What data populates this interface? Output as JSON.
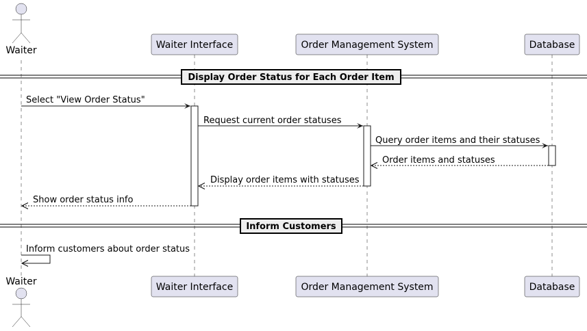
{
  "participants": {
    "waiter": "Waiter",
    "waiter_interface": "Waiter Interface",
    "oms": "Order Management System",
    "database": "Database"
  },
  "dividers": {
    "display_order_status": "Display Order Status for Each Order Item",
    "inform_customers": "Inform Customers"
  },
  "messages": {
    "m1": "Select \"View Order Status\"",
    "m2": "Request current order statuses",
    "m3": "Query order items and their statuses",
    "m4": "Order items and statuses",
    "m5": "Display order items with statuses",
    "m6": "Show order status info",
    "m7": "Inform customers about order status"
  },
  "colors": {
    "participant_fill": "#E2E2F0",
    "participant_border": "#181818",
    "divider_fill": "#EEEEEE"
  }
}
